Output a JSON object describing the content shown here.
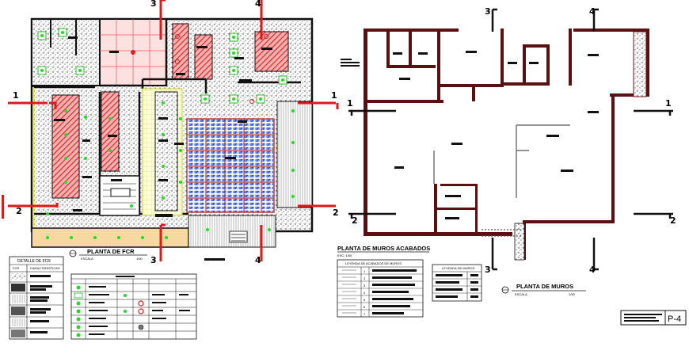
{
  "left_plan": {
    "title": "PLANTA DE FCR",
    "scale_label": "ESCALA",
    "scale_value": "1/50",
    "sections": [
      "1",
      "2",
      "3",
      "4"
    ]
  },
  "right_plan": {
    "title": "PLANTA DE MUROS",
    "scale_label": "ESCALA",
    "scale_value": "1/50",
    "sections": [
      "1",
      "2",
      "3",
      "4"
    ]
  },
  "detail_table": {
    "title": "DETALLE DE FCR",
    "col1": "FCR",
    "col2": "CARACTERISTICAS"
  },
  "walls_block": {
    "title": "PLANTA DE MUROS ACABADOS",
    "subtitle": "ESC: 1/50",
    "legend_title": "LEYENDA DE ACABADOS DE MUROS",
    "row_numbers": [
      "1",
      "2",
      "3",
      "4",
      "5",
      "6",
      "7"
    ],
    "small_legend_title": "LEYENDA DE MUROS"
  },
  "sheet_number": "P-4",
  "colors": {
    "wall": "#1a1a1a",
    "wall_brown": "#5a1010",
    "section_red": "#e01818",
    "hatch_red": "#e84040",
    "green": "#22dd22",
    "blue": "#1a3fd0",
    "yellow": "#f0f060"
  }
}
